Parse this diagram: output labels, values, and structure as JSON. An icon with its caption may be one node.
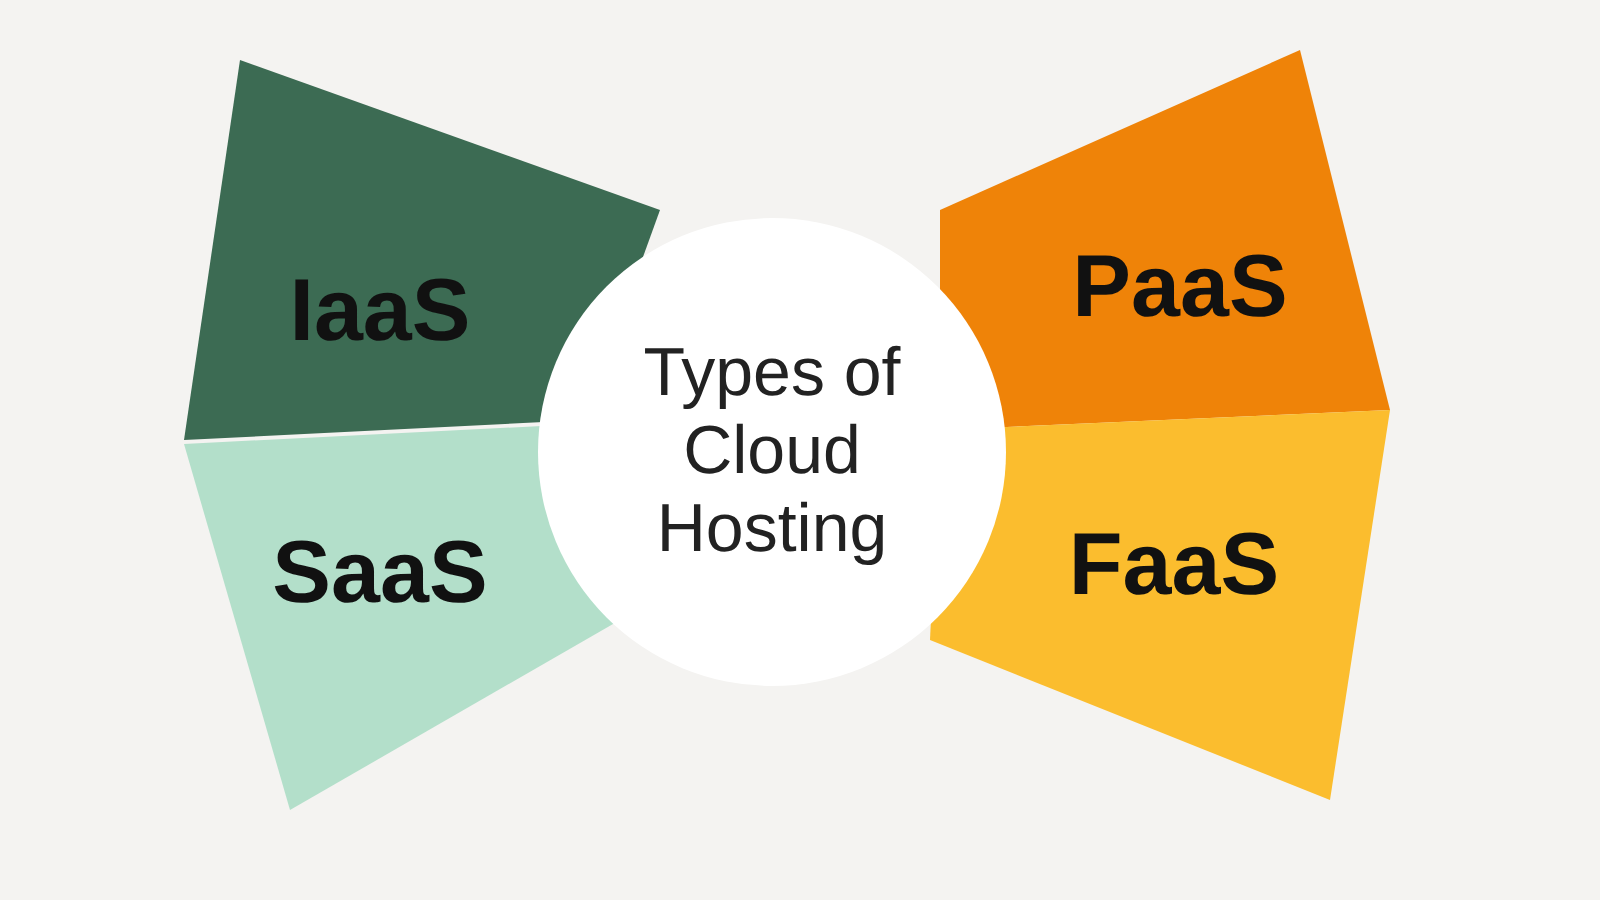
{
  "diagram": {
    "nodes": [
      {
        "text": [
          "IaaS"
        ]
      },
      {
        "text": [
          "Types of Cloud Hosting"
        ]
      },
      {
        "text": [
          "PaaS"
        ]
      },
      {
        "text": [
          "SaaS"
        ]
      },
      {
        "text": [
          "FaaS"
        ]
      }
    ]
  }
}
